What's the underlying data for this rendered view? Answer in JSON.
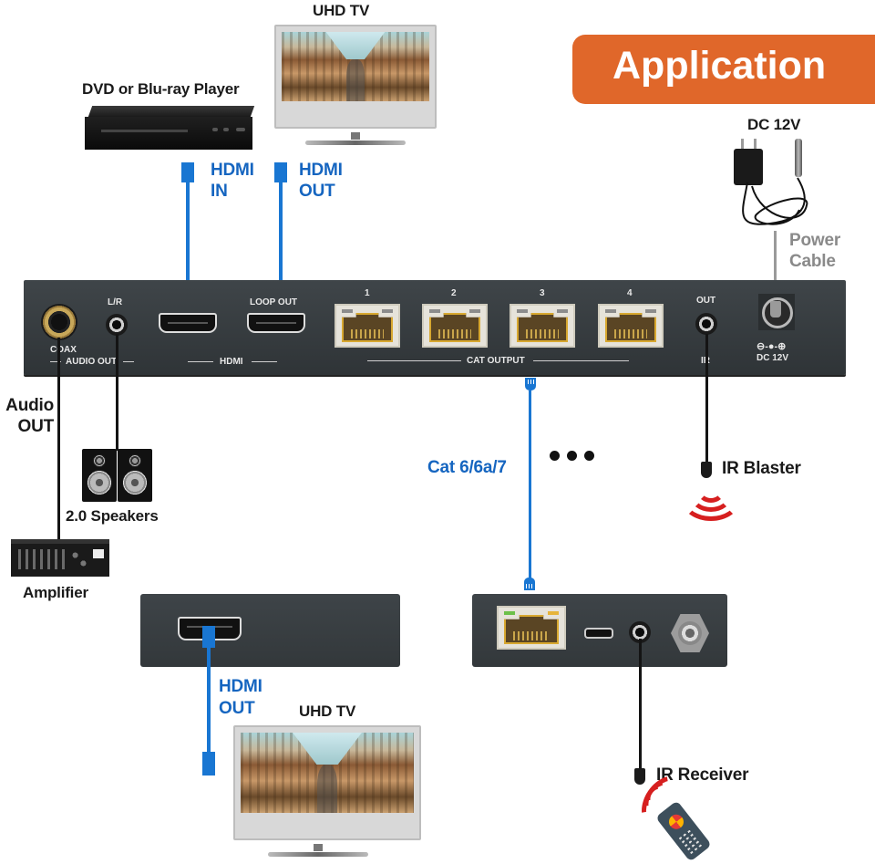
{
  "banner": {
    "title": "Application",
    "color": "#e0672a"
  },
  "top": {
    "uhd_tv_label": "UHD TV",
    "dvd_label": "DVD or Blu-ray Player",
    "hdmi_in_label": [
      "HDMI",
      "IN"
    ],
    "hdmi_out_label": [
      "HDMI",
      "OUT"
    ],
    "dc_label": "DC 12V",
    "power_cable_label": [
      "Power",
      "Cable"
    ]
  },
  "transmitter": {
    "coax_label": "COAX",
    "lr_label": "L/R",
    "audio_out_group": "AUDIO OUT",
    "hdmi_group": "HDMI",
    "loop_out_label": "LOOP OUT",
    "cat_ports": [
      "1",
      "2",
      "3",
      "4"
    ],
    "cat_group": "CAT OUTPUT",
    "ir_out_label": "OUT",
    "ir_label": "IR",
    "dc_label": "DC 12V",
    "polarity_symbol": "⊖-●-⊕"
  },
  "left_side": {
    "audio_out_label": [
      "Audio",
      "OUT"
    ],
    "speakers_label": "2.0 Speakers",
    "amplifier_label": "Amplifier"
  },
  "middle": {
    "cable_label": "Cat 6/6a/7",
    "more_indicator": "• • •",
    "ir_blaster_label": "IR Blaster"
  },
  "receiver": {
    "hdmi_out_label": [
      "HDMI",
      "OUT"
    ],
    "uhd_tv_label": "UHD TV",
    "ir_receiver_label": "IR Receiver"
  },
  "colors": {
    "hdmi_blue": "#1976d2",
    "label_blue": "#1565c0",
    "ir_red": "#d61f1f",
    "device_grey": "#3a4043"
  }
}
